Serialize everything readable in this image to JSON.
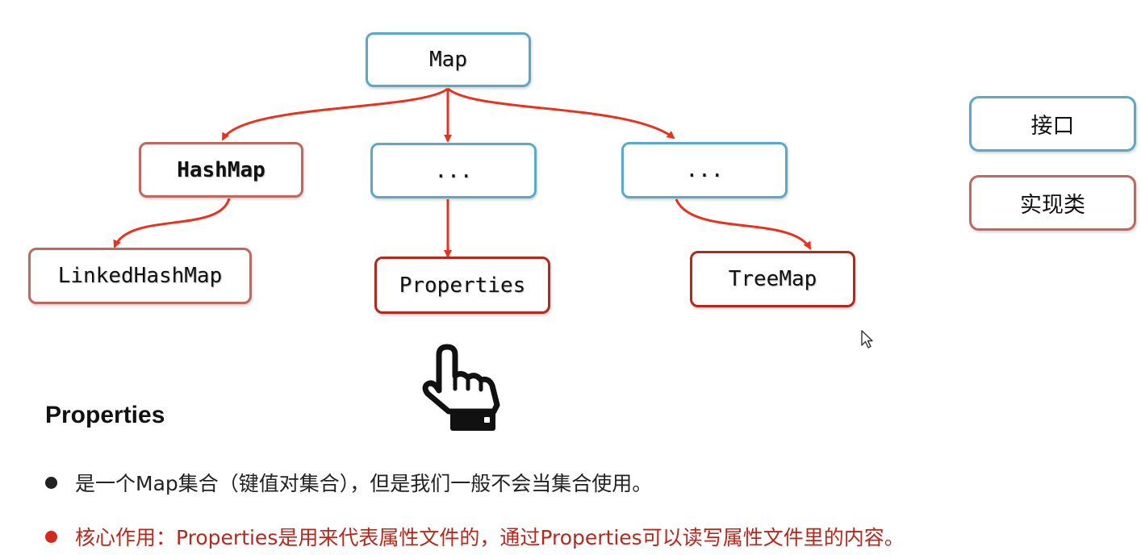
{
  "diagram": {
    "nodes": {
      "map": "Map",
      "hashmap": "HashMap",
      "ellipsis_1": "...",
      "ellipsis_2": "...",
      "linkedhashmap": "LinkedHashMap",
      "properties": "Properties",
      "treemap": "TreeMap"
    },
    "edges": [
      {
        "from": "map",
        "to": "hashmap"
      },
      {
        "from": "map",
        "to": "ellipsis_1"
      },
      {
        "from": "map",
        "to": "ellipsis_2"
      },
      {
        "from": "hashmap",
        "to": "linkedhashmap"
      },
      {
        "from": "ellipsis_1",
        "to": "properties"
      },
      {
        "from": "ellipsis_2",
        "to": "treemap"
      }
    ]
  },
  "legend": {
    "interface_label": "接口",
    "implementation_label": "实现类"
  },
  "colors": {
    "interface_border": "#5aa9c8",
    "implementation_border": "#c2675f",
    "highlight_border": "#b5281c",
    "arrow": "#e8321e"
  },
  "section": {
    "title": "Properties",
    "bullets": [
      "是一个Map集合（键值对集合），但是我们一般不会当集合使用。",
      "核心作用：Properties是用来代表属性文件的，通过Properties可以读写属性文件里的内容。"
    ]
  },
  "icons": {
    "pointer": "pointing-hand-icon",
    "cursor": "mouse-cursor-icon"
  }
}
